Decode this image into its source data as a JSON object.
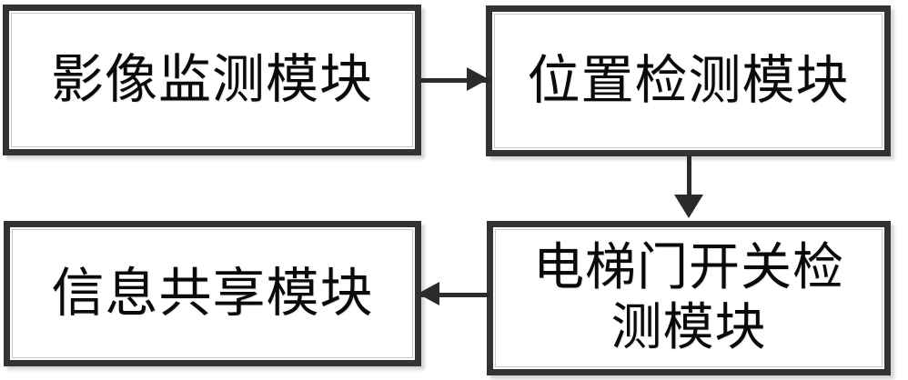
{
  "diagram": {
    "type": "block-flow-diagram",
    "background_color": "#ffffff",
    "box_border_color": "#333333",
    "connector_color": "#2b2b2b",
    "text_color": "#0a0a0a",
    "nodes": [
      {
        "id": "image-monitor",
        "label": "影像监测模块",
        "position": "top-left"
      },
      {
        "id": "position-detect",
        "label": "位置检测模块",
        "position": "top-right"
      },
      {
        "id": "door-switch",
        "label": "电梯门开关检\n测模块",
        "position": "bottom-right"
      },
      {
        "id": "info-share",
        "label": "信息共享模块",
        "position": "bottom-left"
      }
    ],
    "edges": [
      {
        "id": "monitor-to-position",
        "from": "image-monitor",
        "to": "position-detect",
        "direction": "right",
        "arrowhead": "solid-triangle"
      },
      {
        "id": "position-to-door",
        "from": "position-detect",
        "to": "door-switch",
        "direction": "down",
        "arrowhead": "solid-triangle"
      },
      {
        "id": "door-to-info",
        "from": "door-switch",
        "to": "info-share",
        "direction": "left",
        "arrowhead": "solid-triangle"
      }
    ]
  }
}
